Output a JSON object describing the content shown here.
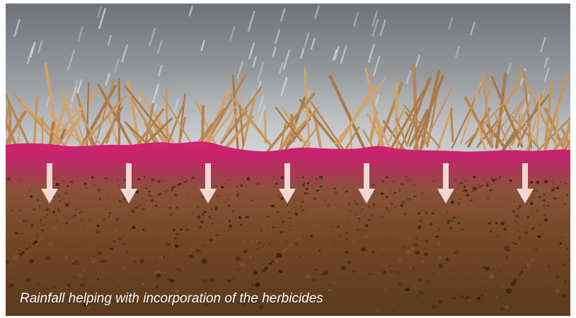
{
  "caption": "Rainfall helping with incorporation of the herbicides",
  "colors": {
    "sky_top": "#6e7276",
    "sky_bottom": "#c9ccce",
    "herbicide_layer": "#d81e73",
    "soil_top": "#8a5a3a",
    "soil_bottom": "#5a3a1e",
    "straw": "#c8955c",
    "arrow": "#f2d6d1",
    "rain": "#d6dbdf"
  },
  "icons": {
    "arrow": "arrow-down-icon",
    "straw": "straw-residue",
    "rain": "rain-streak"
  }
}
